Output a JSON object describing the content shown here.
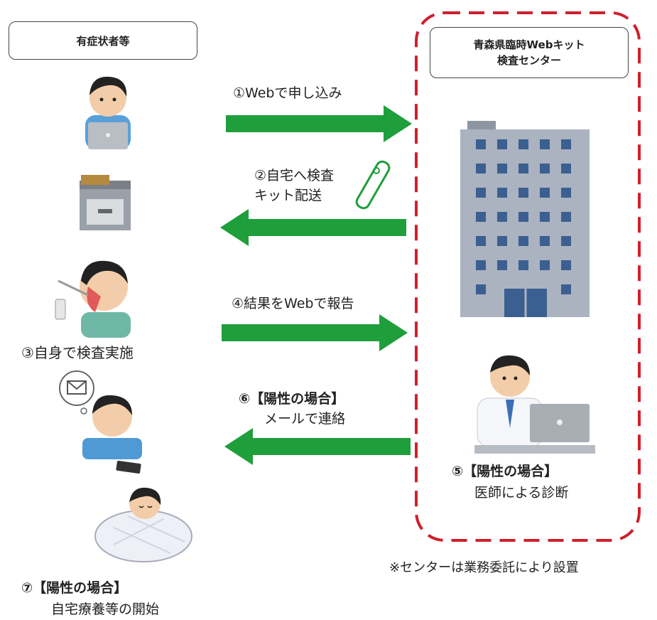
{
  "left_panel": {
    "title": "有症状者等"
  },
  "center": {
    "title_line1": "青森県臨時Webキット",
    "title_line2": "検査センター",
    "footnote": "※センターは業務委託により設置"
  },
  "steps": {
    "s1": "①Webで申し込み",
    "s2_line1": "②自宅へ検査",
    "s2_line2": "キット配送",
    "s3": "③自身で検査実施",
    "s4": "④結果をWebで報告",
    "s5_line1": "⑤【陽性の場合】",
    "s5_line2": "医師による診断",
    "s6_line1": "⑥【陽性の場合】",
    "s6_line2": "メールで連絡",
    "s7_line1": "⑦【陽性の場合】",
    "s7_line2": "自宅療養等の開始"
  },
  "colors": {
    "arrow": "#1f9e3c",
    "frame": "#d01f2d",
    "building": "#aab3bf",
    "window": "#3c5f91"
  }
}
